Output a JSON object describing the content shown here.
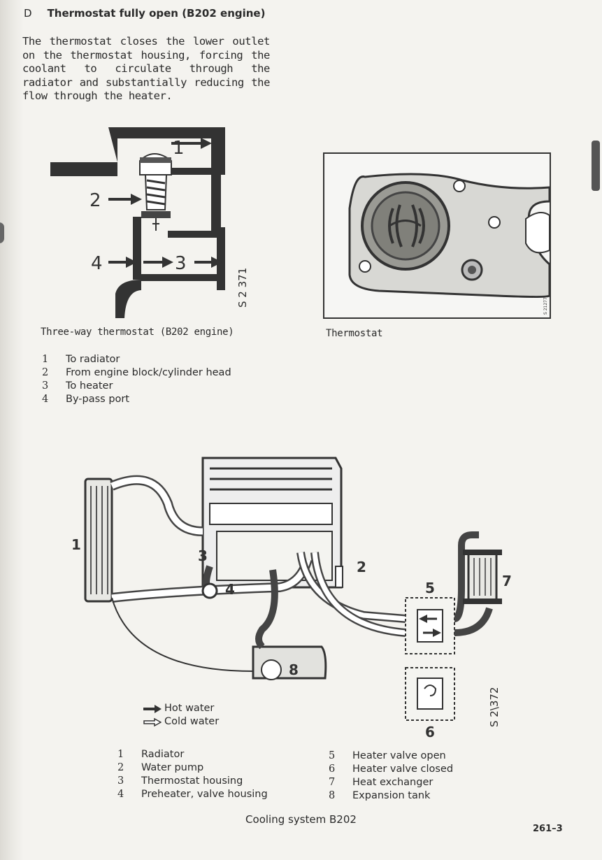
{
  "section": {
    "letter": "D",
    "title": "Thermostat fully open (B202 engine)"
  },
  "intro": "The thermostat closes the lower outlet on the thermostat housing, forcing the coolant to circulate through the radiator and substantially reducing the flow through the heater.",
  "fig1": {
    "caption": "Three-way thermostat (B202 engine)",
    "ref": "S 2 371",
    "labels": [
      "1",
      "2",
      "4",
      "3"
    ],
    "items": [
      {
        "num": "1",
        "label": "To radiator"
      },
      {
        "num": "2",
        "label": "From engine block/cylinder head"
      },
      {
        "num": "3",
        "label": "To heater"
      },
      {
        "num": "4",
        "label": "By-pass port"
      }
    ]
  },
  "fig2": {
    "caption": "Thermostat",
    "ref": "S 21277"
  },
  "fig3": {
    "ref": "S 2\\372",
    "labels": [
      "1",
      "2",
      "3",
      "4",
      "5",
      "6",
      "7",
      "8"
    ],
    "legend": {
      "hot": "Hot water",
      "cold": "Cold water"
    },
    "items": [
      {
        "num": "1",
        "label": "Radiator"
      },
      {
        "num": "2",
        "label": "Water pump"
      },
      {
        "num": "3",
        "label": "Thermostat housing"
      },
      {
        "num": "4",
        "label": "Preheater, valve housing"
      },
      {
        "num": "5",
        "label": "Heater valve open"
      },
      {
        "num": "6",
        "label": "Heater valve closed"
      },
      {
        "num": "7",
        "label": "Heat exchanger"
      },
      {
        "num": "8",
        "label": "Expansion tank"
      }
    ],
    "title": "Cooling system B202"
  },
  "page_number": "261–3"
}
